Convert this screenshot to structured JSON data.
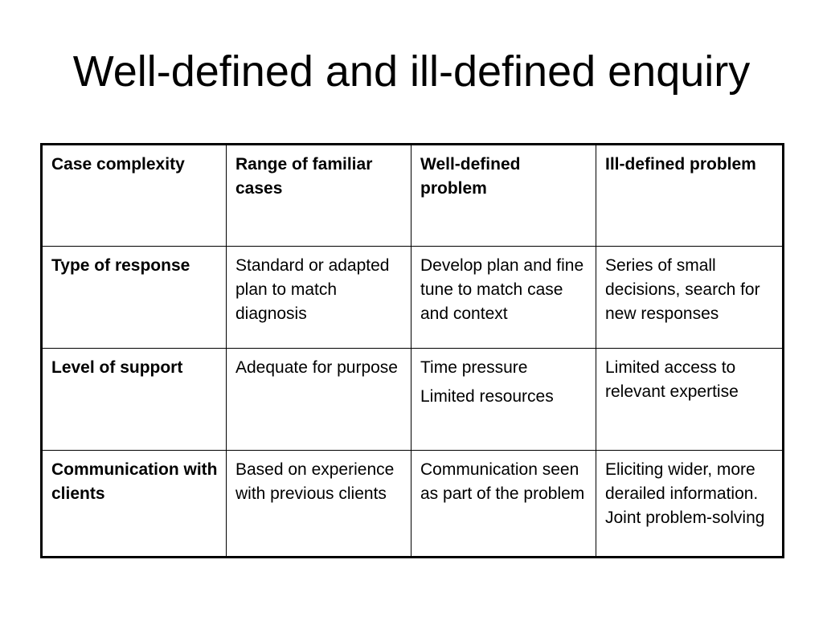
{
  "slide": {
    "title": "Well-defined and ill-defined enquiry"
  },
  "table": {
    "rows": [
      {
        "cells": [
          {
            "lines": [
              "Case complexity"
            ],
            "bold": true
          },
          {
            "lines": [
              "Range of familiar cases"
            ],
            "bold": true
          },
          {
            "lines": [
              "Well-defined problem"
            ],
            "bold": true
          },
          {
            "lines": [
              "Ill-defined problem"
            ],
            "bold": true
          }
        ]
      },
      {
        "cells": [
          {
            "lines": [
              "Type of response"
            ],
            "bold": true
          },
          {
            "lines": [
              "Standard or adapted plan to match diagnosis"
            ],
            "bold": false
          },
          {
            "lines": [
              "Develop plan and fine tune to match case and context"
            ],
            "bold": false
          },
          {
            "lines": [
              "Series of small decisions, search for new responses"
            ],
            "bold": false
          }
        ]
      },
      {
        "cells": [
          {
            "lines": [
              "Level of support"
            ],
            "bold": true
          },
          {
            "lines": [
              "Adequate for purpose"
            ],
            "bold": false
          },
          {
            "lines": [
              "Time pressure",
              "Limited resources"
            ],
            "bold": false
          },
          {
            "lines": [
              "Limited access to relevant expertise"
            ],
            "bold": false
          }
        ]
      },
      {
        "cells": [
          {
            "lines": [
              "Communication with clients"
            ],
            "bold": true
          },
          {
            "lines": [
              "Based on experience with previous clients"
            ],
            "bold": false
          },
          {
            "lines": [
              "Communication seen as part of the problem"
            ],
            "bold": false
          },
          {
            "lines": [
              "Eliciting wider, more derailed information. Joint problem-solving"
            ],
            "bold": false
          }
        ]
      }
    ]
  }
}
